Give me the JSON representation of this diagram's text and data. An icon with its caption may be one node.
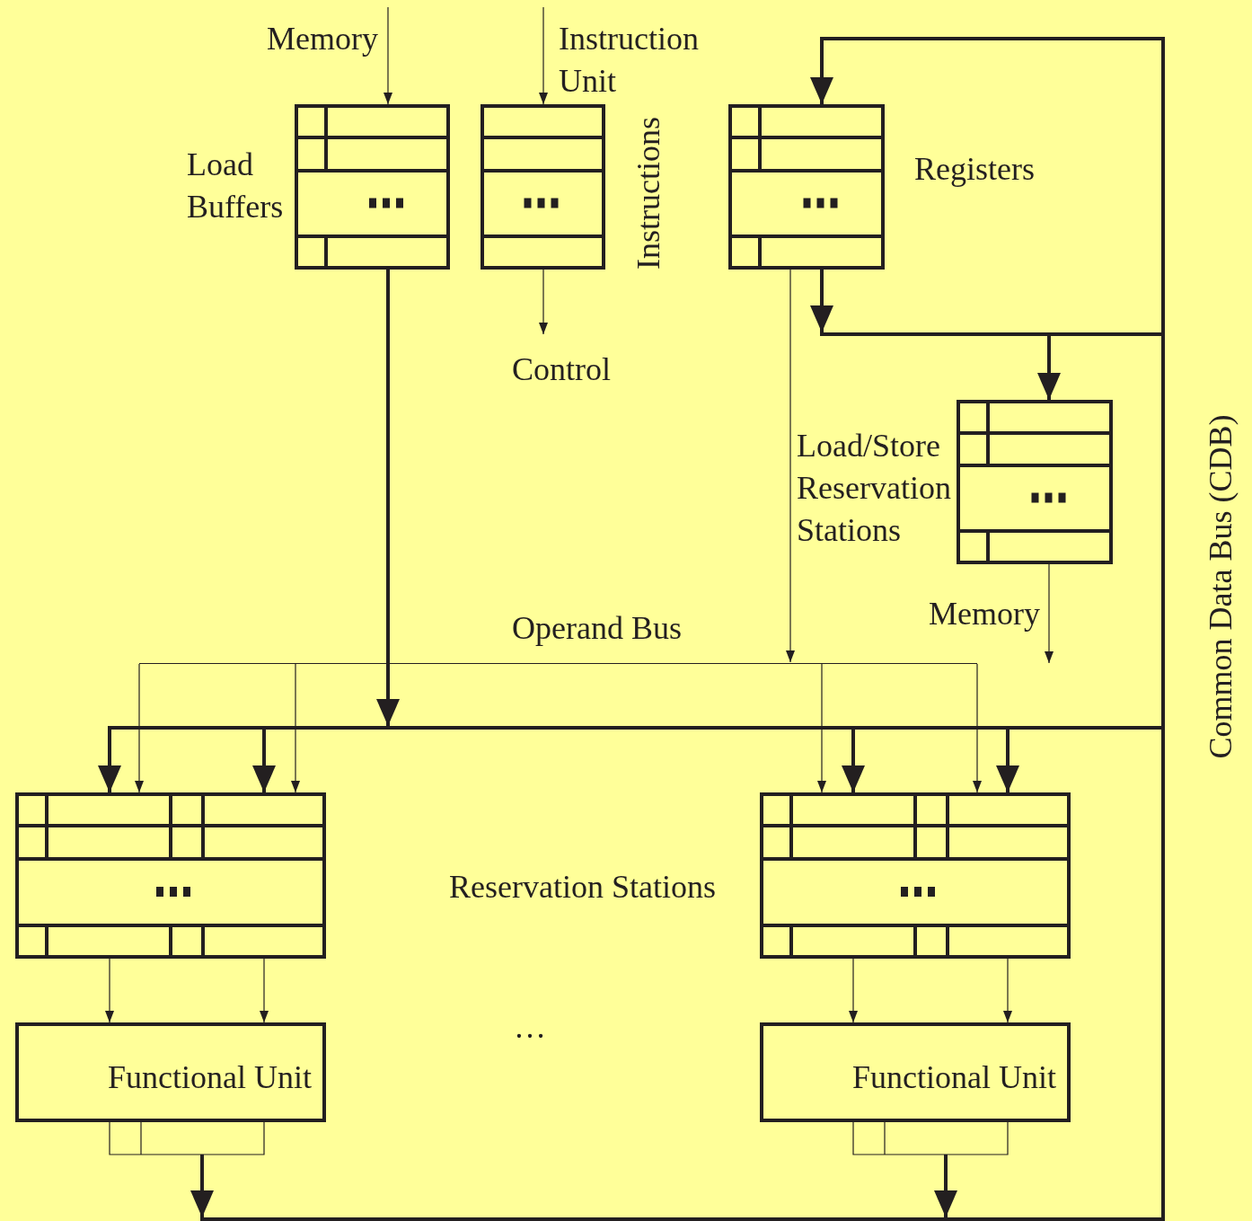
{
  "diagram": {
    "nodes": [
      {
        "text": [
          "Memory"
        ]
      },
      {
        "text": [],
        "shape": "box",
        "beside": [
          "Load Buffers"
        ]
      },
      {
        "text": [
          "Instruction Unit"
        ]
      },
      {
        "text": [],
        "shape": "box",
        "beside": [
          "Instructions"
        ]
      },
      {
        "text": [
          "Control"
        ]
      },
      {
        "text": [],
        "shape": "box",
        "beside": [
          "Registers"
        ]
      },
      {
        "text": [],
        "shape": "box",
        "beside": [
          "Load/Store Reservation Stations"
        ]
      },
      {
        "text": [
          "Memory"
        ]
      },
      {
        "text": [
          "Operand Bus"
        ]
      },
      {
        "text": [
          "Common Data Bus (CDB)"
        ]
      },
      {
        "text": [],
        "shape": "box"
      },
      {
        "text": [],
        "shape": "box"
      },
      {
        "text": [
          "Functional Unit"
        ]
      },
      {
        "text": [
          "Functional Unit"
        ]
      },
      {
        "text": [],
        "shape": "bar"
      },
      {
        "text": [],
        "shape": "bar"
      },
      {
        "text": [],
        "shape": "bar"
      }
    ],
    "edges": [
      {
        "from": 0,
        "to": 1,
        "arrow": "to"
      },
      {
        "from": 2,
        "to": 3,
        "arrow": "to"
      },
      {
        "from": 3,
        "to": 4,
        "arrow": "to"
      },
      {
        "from": 5,
        "to": 8,
        "arrow": "to"
      },
      {
        "from": 5,
        "to": 14,
        "arrow": "to",
        "style": "thick"
      },
      {
        "from": 9,
        "to": 5,
        "arrow": "to",
        "style": "thick"
      },
      {
        "from": 14,
        "to": 6,
        "arrow": "to",
        "style": "thick"
      },
      {
        "from": 6,
        "to": 7,
        "arrow": "to"
      },
      {
        "from": 1,
        "to": 15,
        "arrow": "to",
        "style": "thick"
      },
      {
        "from": 15,
        "to": 10,
        "arrow": "to",
        "style": "thick"
      },
      {
        "from": 15,
        "to": 10,
        "arrow": "to",
        "style": "thick"
      },
      {
        "from": 15,
        "to": 11,
        "arrow": "to",
        "style": "thick"
      },
      {
        "from": 15,
        "to": 11,
        "arrow": "to",
        "style": "thick"
      },
      {
        "from": 8,
        "to": 10,
        "arrow": "to"
      },
      {
        "from": 8,
        "to": 10,
        "arrow": "to"
      },
      {
        "from": 8,
        "to": 11,
        "arrow": "to"
      },
      {
        "from": 8,
        "to": 11,
        "arrow": "to"
      },
      {
        "from": 10,
        "to": 12,
        "arrow": "to"
      },
      {
        "from": 10,
        "to": 12,
        "arrow": "to"
      },
      {
        "from": 11,
        "to": 13,
        "arrow": "to"
      },
      {
        "from": 11,
        "to": 13,
        "arrow": "to"
      },
      {
        "from": 12,
        "to": 16,
        "arrow": "to",
        "style": "thick"
      },
      {
        "from": 13,
        "to": 16,
        "arrow": "to",
        "style": "thick"
      }
    ],
    "labels": [
      "Reservation Stations",
      "…"
    ]
  }
}
